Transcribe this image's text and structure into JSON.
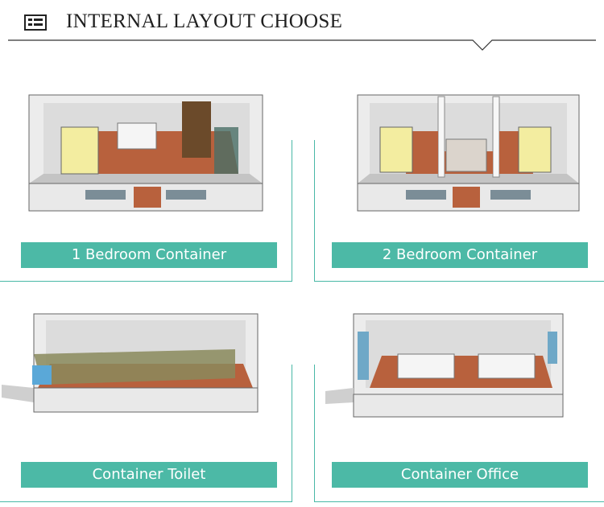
{
  "header": {
    "title": "INTERNAL LAYOUT CHOOSE",
    "icon": "layout-list-icon"
  },
  "colors": {
    "accent": "#4cb9a6",
    "frame": "#49b8a6",
    "floor": "#b8613d",
    "wall": "#ededed"
  },
  "cards": [
    {
      "label": "1 Bedroom Container",
      "illustration": "one-bedroom-container-image"
    },
    {
      "label": "2 Bedroom Container",
      "illustration": "two-bedroom-container-image"
    },
    {
      "label": "Container Toilet",
      "illustration": "container-toilet-image"
    },
    {
      "label": "Container Office",
      "illustration": "container-office-image"
    }
  ]
}
